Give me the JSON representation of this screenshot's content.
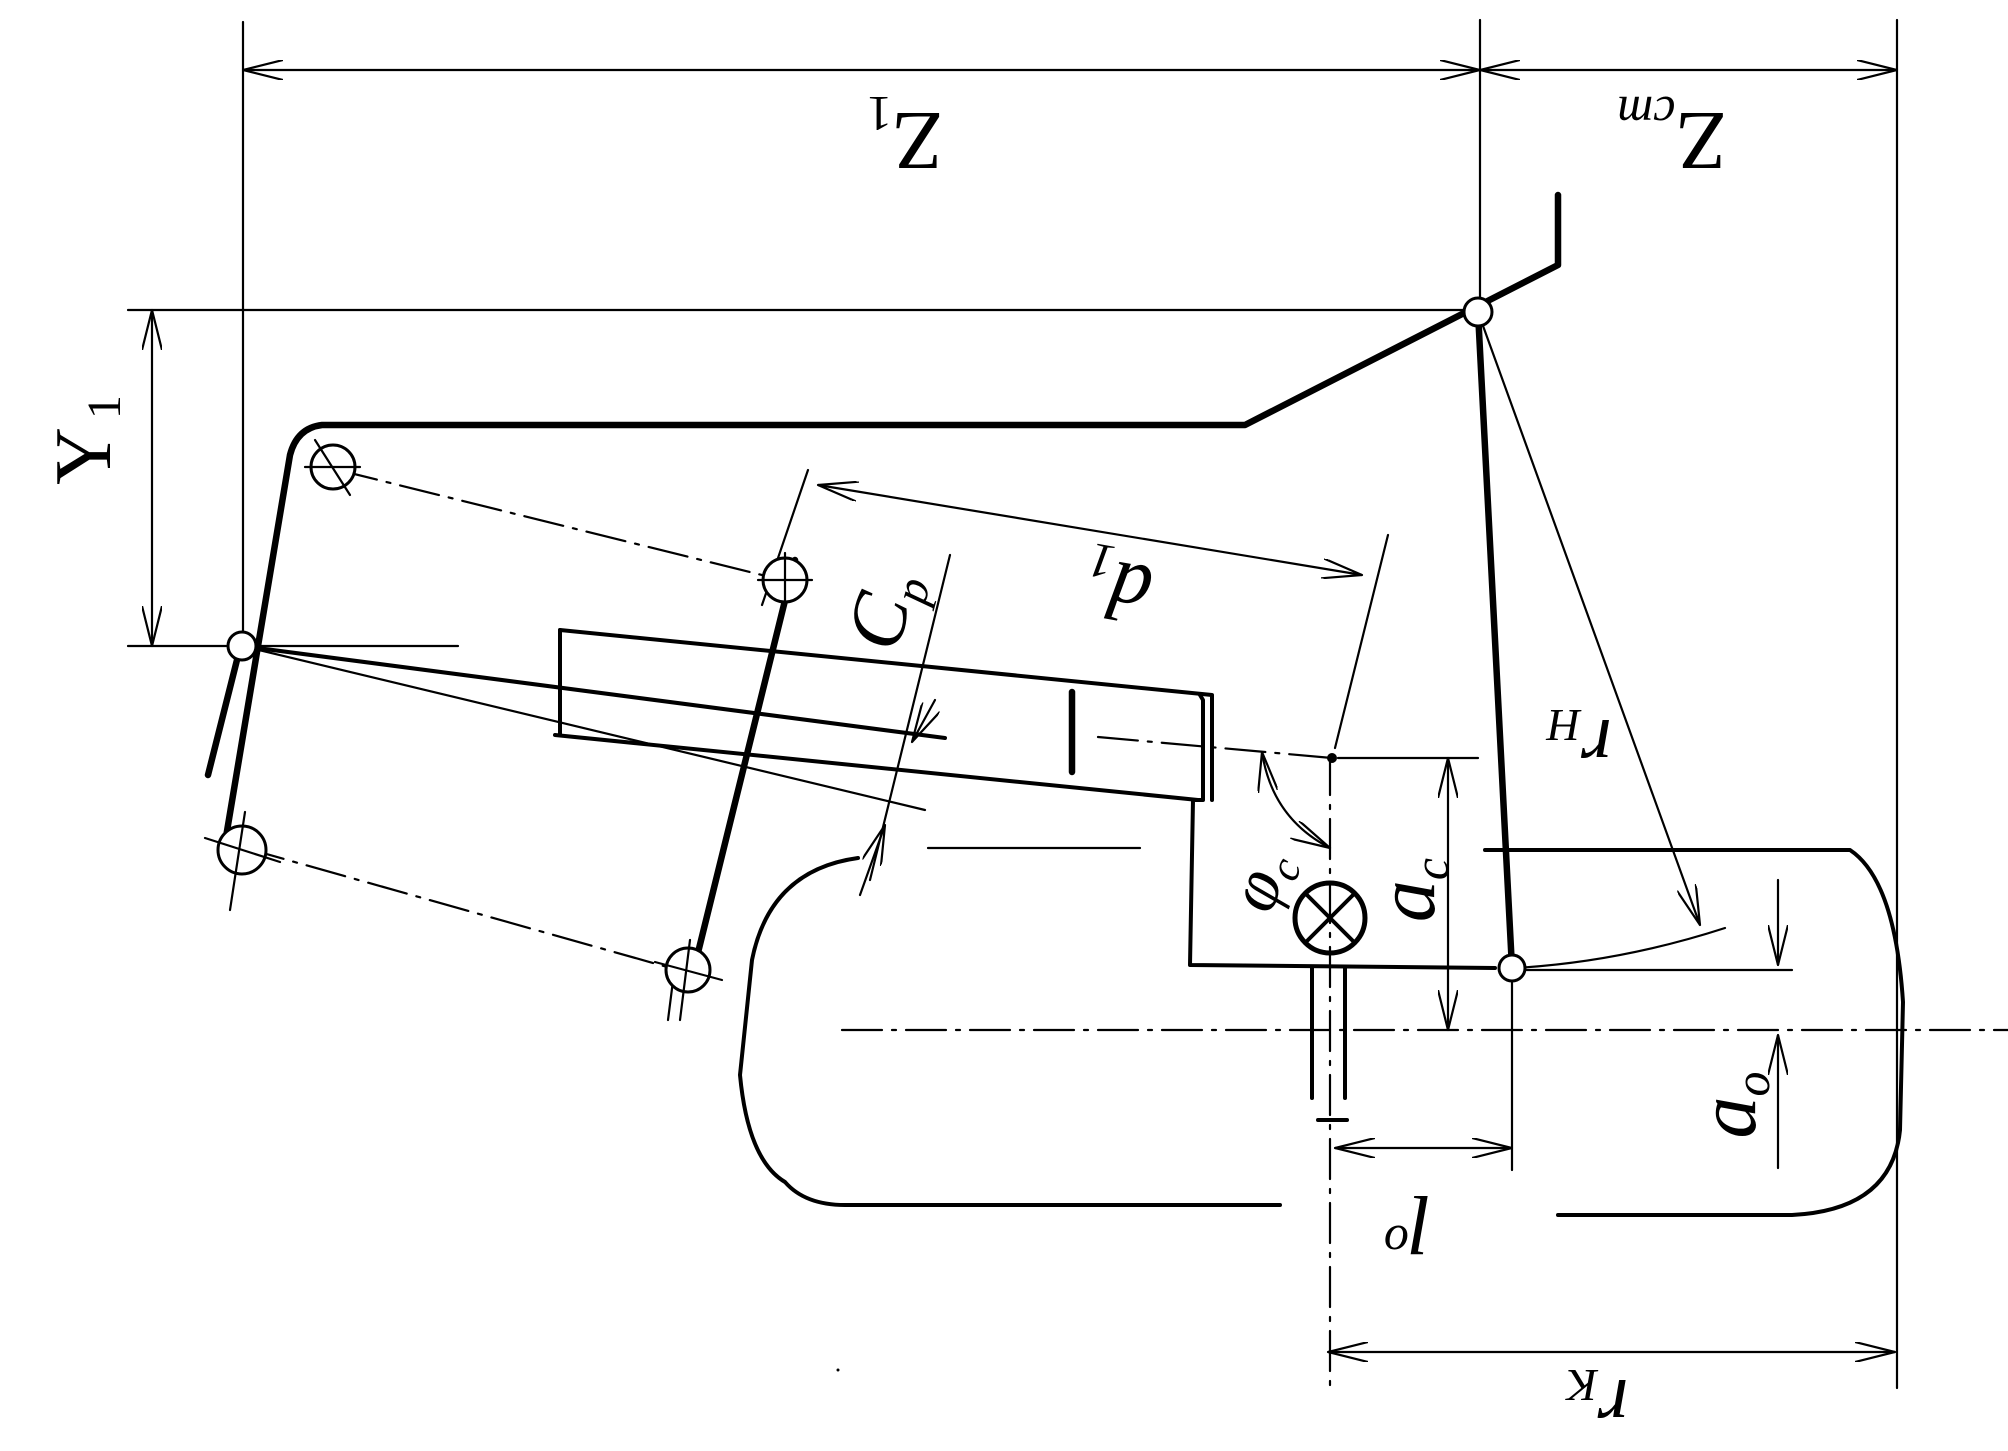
{
  "labels": {
    "z1": "Z",
    "z1_sub": "1",
    "zst": "Z",
    "zst_sub": "cm",
    "y1": "Y",
    "y1_sub": "1",
    "d1": "d",
    "d1_sub": "1",
    "cp": "C",
    "cp_sub": "p",
    "rn": "r",
    "rn_sub": "H",
    "fic": "φ",
    "fic_sub": "c",
    "ac": "a",
    "ac_sub": "c",
    "a0": "a",
    "a0_sub": "o",
    "l0": "l",
    "l0_sub": "o",
    "rk": "r",
    "rk_sub": "K"
  }
}
